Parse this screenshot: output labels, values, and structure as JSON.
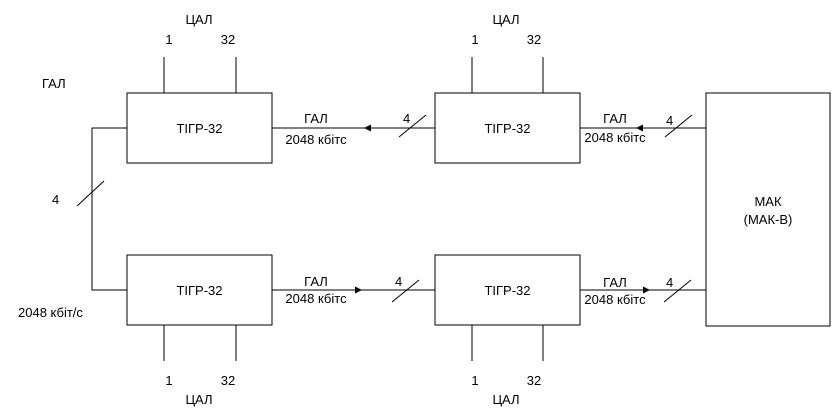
{
  "labels": {
    "cal": "ЦАЛ",
    "gal": "ГАЛ",
    "rate": "2048 кбітс",
    "rate_side": "2048 кбіт/с",
    "ch_first": "1",
    "ch_last": "32",
    "count": "4"
  },
  "tigr": "ТІГР-32",
  "mak": {
    "line1": "МАК",
    "line2": "(МАК-В)"
  },
  "colors": {
    "line": "#000000",
    "fill": "#ffffff"
  }
}
